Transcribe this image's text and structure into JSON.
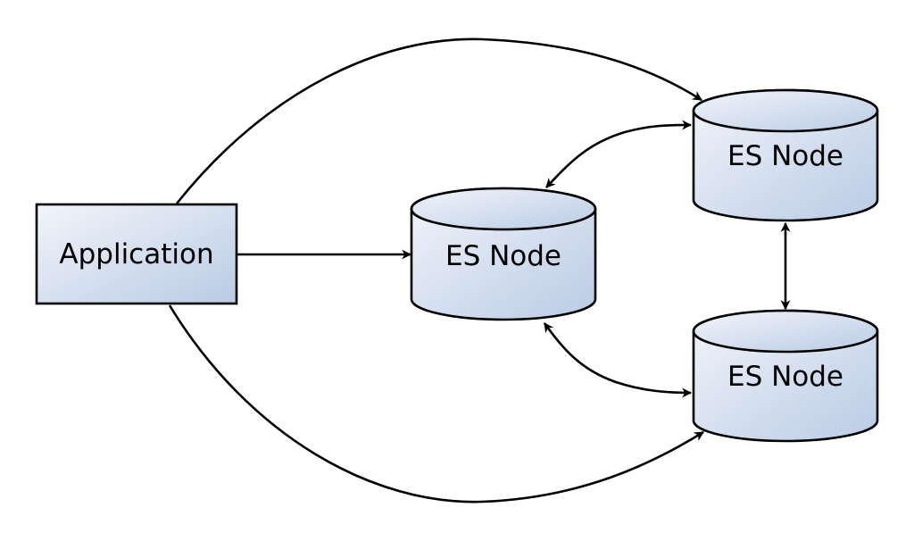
{
  "diagram": {
    "nodes": {
      "application": {
        "label": "Application"
      },
      "es_center": {
        "label": "ES Node"
      },
      "es_top": {
        "label": "ES Node"
      },
      "es_bottom": {
        "label": "ES Node"
      }
    },
    "edges": [
      {
        "from": "application",
        "to": "es_center",
        "direction": "forward"
      },
      {
        "from": "application",
        "to": "es_top",
        "direction": "forward"
      },
      {
        "from": "application",
        "to": "es_bottom",
        "direction": "forward"
      },
      {
        "from": "es_center",
        "to": "es_top",
        "direction": "both"
      },
      {
        "from": "es_center",
        "to": "es_bottom",
        "direction": "both"
      },
      {
        "from": "es_top",
        "to": "es_bottom",
        "direction": "both"
      }
    ],
    "colors": {
      "fill_light": "#f2f5fb",
      "fill_dark": "#b9cbe4",
      "stroke": "#000000"
    }
  }
}
